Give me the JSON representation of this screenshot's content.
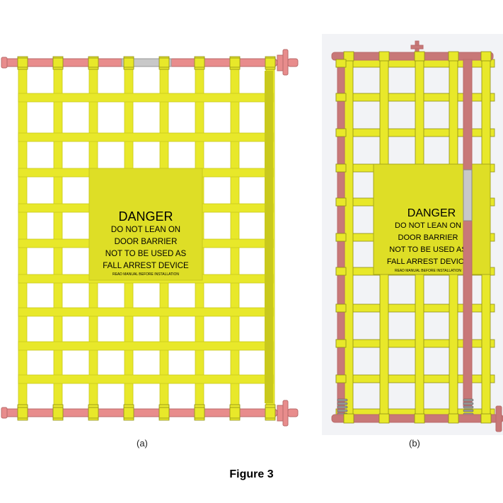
{
  "figure": {
    "title": "Figure 3",
    "panel_a_caption": "(a)",
    "panel_b_caption": "(b)"
  },
  "sign": {
    "line1": "DANGER",
    "line2": "DO NOT LEAN ON",
    "line3": "DOOR BARRIER",
    "line4": "NOT TO BE USED AS",
    "line5": "FALL ARREST DEVICE",
    "line6": "READ MANUAL BEFORE INSTALLATION"
  },
  "colors": {
    "strap": "#e8e82a",
    "strap_shade": "#c9c91c",
    "strap_dark": "#8e8e14",
    "sign_face": "#dede26",
    "sign_face_dark": "#a8a81a",
    "bar": "#e88c8c",
    "bar_dark": "#b96a6a",
    "bar_b": "#c87878",
    "sleeve": "#c8c8c8",
    "spring": "#9a9a9a",
    "outline": "#333333",
    "background_b": "#f2f3f6"
  }
}
